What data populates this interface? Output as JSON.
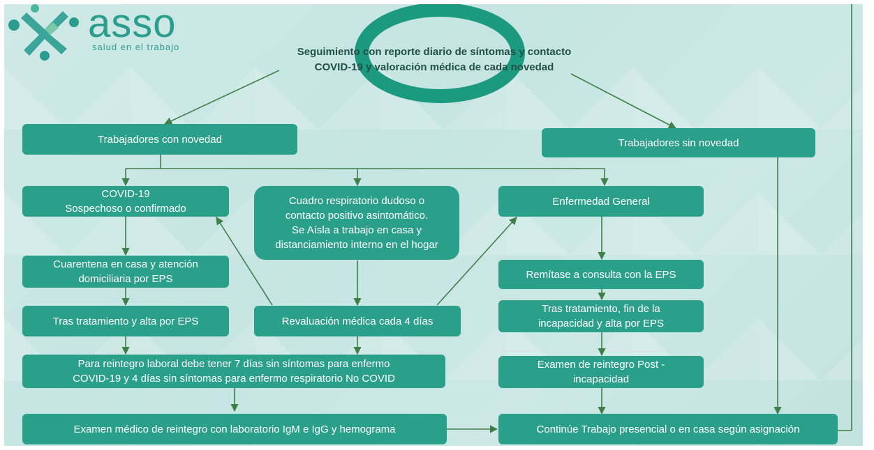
{
  "logo": {
    "brand": "asso",
    "tagline": "salud en el trabajo"
  },
  "top": {
    "text": "Seguimiento con reporte diario de síntomas y contacto\nCOVID-19 y valoración médica de cada novedad"
  },
  "boxes": {
    "con_novedad": "Trabajadores con novedad",
    "sin_novedad": "Trabajadores sin novedad",
    "covid": "COVID-19\nSospechoso o confirmado",
    "dudoso": "Cuadro respiratorio dudoso o\ncontacto positivo asintomático.\nSe Aísla a trabajo en casa y\ndistanciamiento interno en el hogar",
    "general": "Enfermedad General",
    "cuarentena": "Cuarentena en casa y atención\ndomiciliaria  por EPS",
    "tras_alta": "Tras tratamiento y alta por EPS",
    "revaluacion": "Revaluación médica cada 4 días",
    "remitase": "Remítase a consulta con la EPS",
    "tras_fin": "Tras tratamiento, fin de la\nincapacidad y alta por EPS",
    "reintegro_req": "Para reintegro laboral debe tener 7 días sin síntomas para enfermo\nCOVID-19 y 4 días sin síntomas para enfermo respiratorio No COVID",
    "examen_post": "Examen de reintegro Post -\nincapacidad",
    "examen_medico": "Examen médico de reintegro con laboratorio IgM e IgG  y hemograma",
    "continue": "Continúe Trabajo presencial o en casa según asignación"
  },
  "colors": {
    "box": "#2aa08b",
    "lines": "#3f7f4a",
    "ring": "#1c9a7f",
    "background": "#c8e6e3",
    "logo": "#2a9d8f"
  }
}
